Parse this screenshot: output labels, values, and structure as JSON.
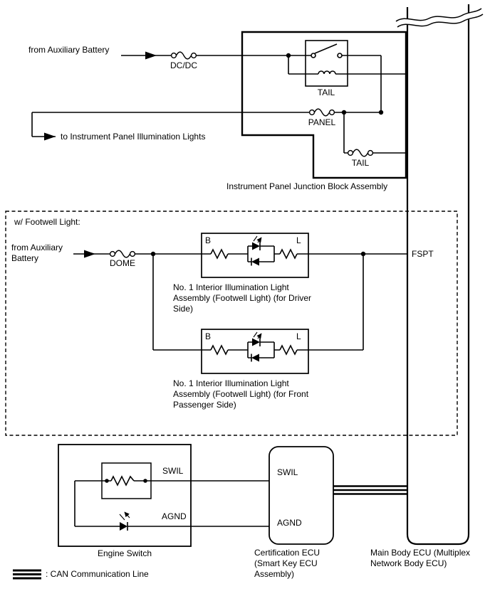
{
  "top_section": {
    "from_aux_battery": "from Auxiliary Battery",
    "fuse_dcdc": "DC/DC",
    "relay_tail": "TAIL",
    "fuse_panel": "PANEL",
    "fuse_tail": "TAIL",
    "to_instrument_lights": "to Instrument Panel Illumination Lights",
    "junction_block_caption": "Instrument Panel Junction Block Assembly"
  },
  "footwell_section": {
    "header": "w/ Footwell Light:",
    "from_aux_line1": "from Auxiliary",
    "from_aux_line2": "Battery",
    "fuse_dome": "DOME",
    "terminal_b": "B",
    "terminal_l": "L",
    "fspt": "FSPT",
    "driver_caption": [
      "No. 1 Interior Illumination Light",
      "Assembly (Footwell Light) (for Driver",
      "Side)"
    ],
    "passenger_caption": [
      "No. 1 Interior Illumination Light",
      "Assembly (Footwell Light) (for Front",
      "Passenger Side)"
    ]
  },
  "bottom_section": {
    "swil": "SWIL",
    "agnd": "AGND",
    "ecu_swil": "SWIL",
    "ecu_agnd": "AGND",
    "engine_switch_caption": "Engine Switch",
    "cert_ecu_caption": [
      "Certification ECU",
      "(Smart Key ECU",
      "Assembly)"
    ],
    "main_ecu_caption": [
      "Main Body ECU (Multiplex",
      "Network Body ECU)"
    ]
  },
  "legend": {
    "can_label": ": CAN Communication Line"
  },
  "colors": {
    "line": "#000000",
    "background": "#ffffff"
  }
}
